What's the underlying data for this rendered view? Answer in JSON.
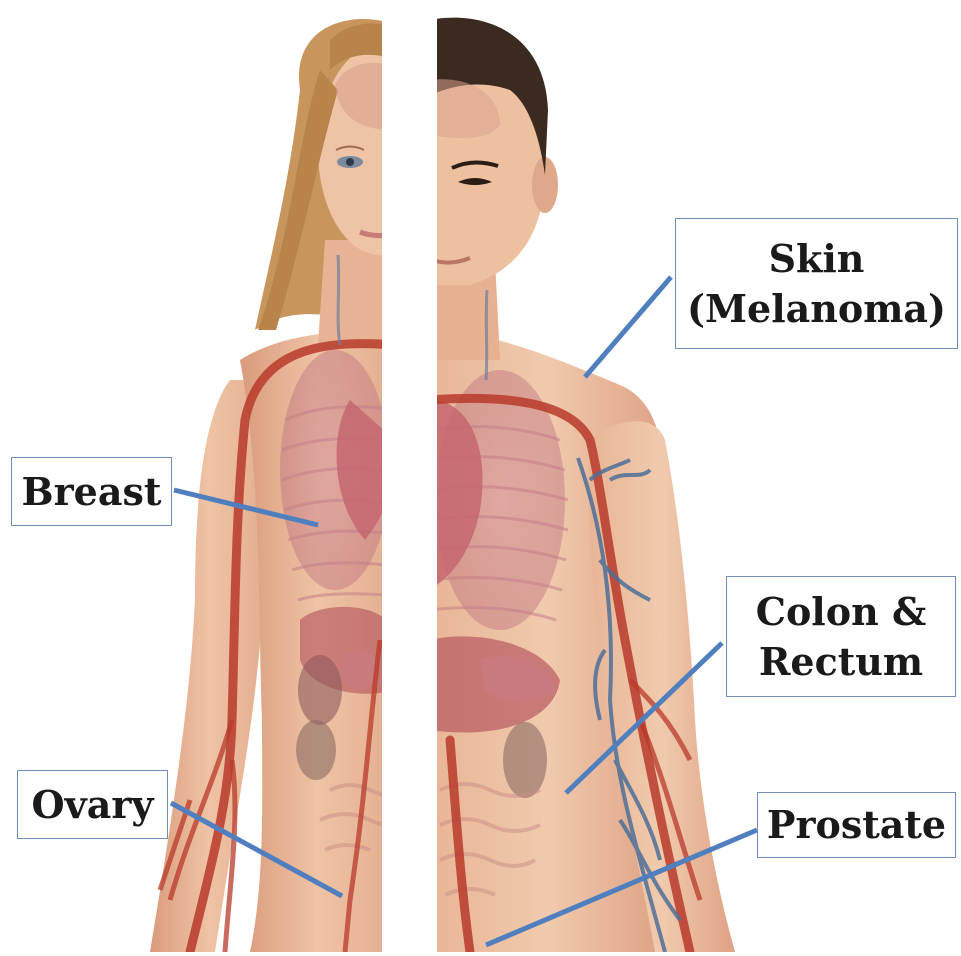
{
  "labels": {
    "skin": {
      "line1": "Skin",
      "line2": "(Melanoma)"
    },
    "breast": {
      "text": "Breast"
    },
    "colon": {
      "line1": "Colon &",
      "line2": "Rectum"
    },
    "ovary": {
      "text": "Ovary"
    },
    "prostate": {
      "text": "Prostate"
    }
  },
  "colors": {
    "leader_line": "#4f7fbf",
    "box_border": "#6f8fbf",
    "skin_tone": "#e9b596",
    "artery": "#b93a2a",
    "vein": "#4d6f99",
    "female_hair": "#c8965c",
    "male_hair": "#3a2a20",
    "organ": "#c97a82"
  },
  "figures": {
    "female": "female-anatomy-figure",
    "male": "male-anatomy-figure"
  }
}
